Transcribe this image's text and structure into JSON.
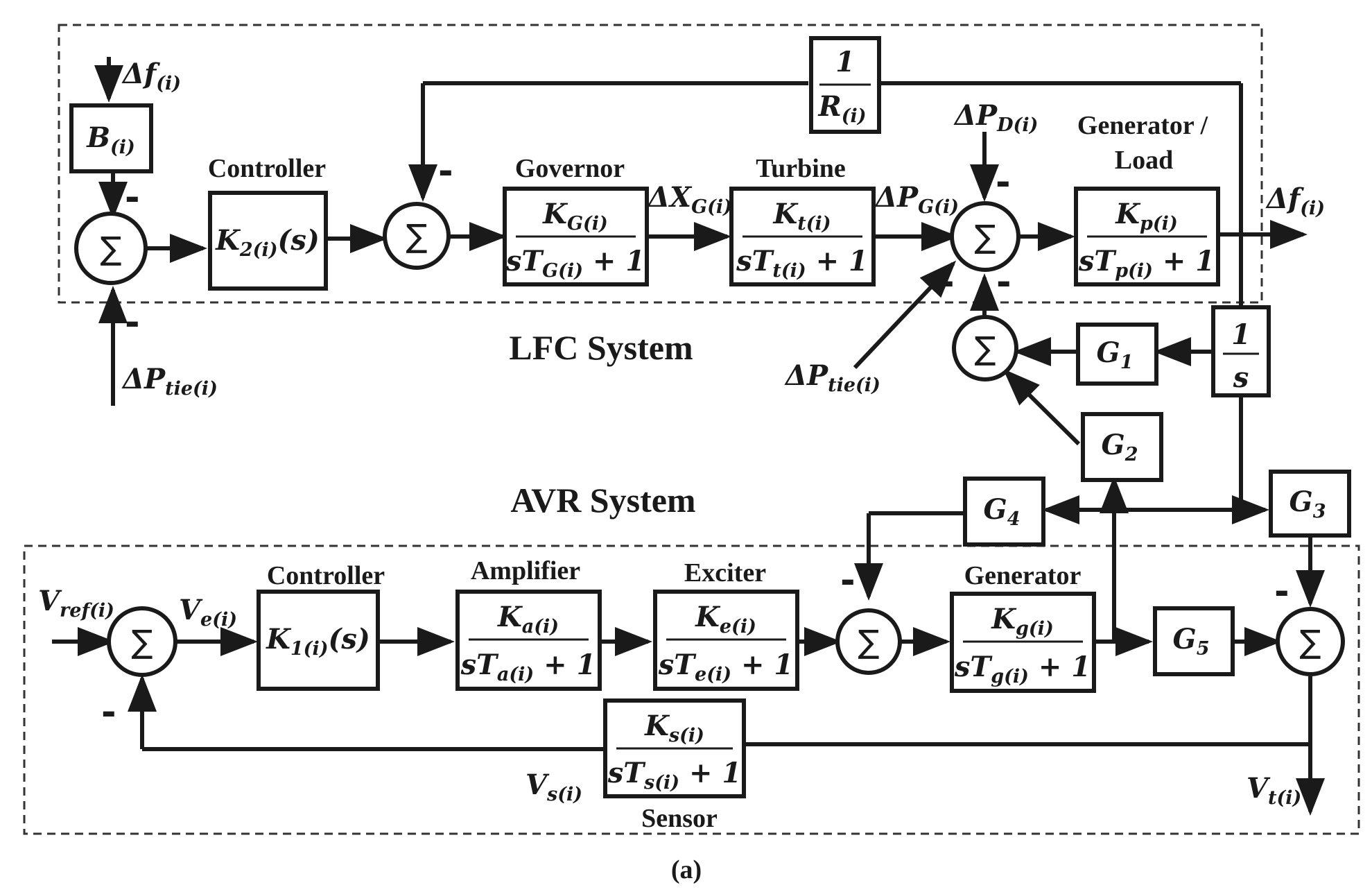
{
  "title": "",
  "sections": {
    "lfc": "LFC System",
    "avr": "AVR System"
  },
  "blocks": {
    "B": {
      "sym": "B",
      "sub": "(i)"
    },
    "lfc_controller": {
      "heading": "Controller",
      "sym": "K",
      "sub": "2(i)",
      "tail": "(s)"
    },
    "governor": {
      "heading": "Governor",
      "num": "K",
      "num_sub": "G(i)",
      "den": "sT",
      "den_sub": "G(i)",
      "den_tail": " + 1"
    },
    "turbine": {
      "heading": "Turbine",
      "num": "K",
      "num_sub": "t(i)",
      "den": "sT",
      "den_sub": "t(i)",
      "den_tail": " + 1"
    },
    "gen_load": {
      "heading_1": "Generator /",
      "heading_2": "Load",
      "num": "K",
      "num_sub": "p(i)",
      "den": "sT",
      "den_sub": "p(i)",
      "den_tail": " + 1"
    },
    "droop": {
      "num": "1",
      "den": "R",
      "den_sub": "(i)"
    },
    "integrator": {
      "num": "1",
      "den": "s"
    },
    "G1": {
      "sym": "G",
      "sub": "1"
    },
    "G2": {
      "sym": "G",
      "sub": "2"
    },
    "G3": {
      "sym": "G",
      "sub": "3"
    },
    "G4": {
      "sym": "G",
      "sub": "4"
    },
    "G5": {
      "sym": "G",
      "sub": "5"
    },
    "avr_controller": {
      "heading": "Controller",
      "sym": "K",
      "sub": "1(i)",
      "tail": "(s)"
    },
    "amplifier": {
      "heading": "Amplifier",
      "num": "K",
      "num_sub": "a(i)",
      "den": "sT",
      "den_sub": "a(i)",
      "den_tail": " + 1"
    },
    "exciter": {
      "heading": "Exciter",
      "num": "K",
      "num_sub": "e(i)",
      "den": "sT",
      "den_sub": "e(i)",
      "den_tail": " + 1"
    },
    "generator": {
      "heading": "Generator",
      "num": "K",
      "num_sub": "g(i)",
      "den": "sT",
      "den_sub": "g(i)",
      "den_tail": " + 1"
    },
    "sensor": {
      "heading": "Sensor",
      "num": "K",
      "num_sub": "s(i)",
      "den": "sT",
      "den_sub": "s(i)",
      "den_tail": " + 1"
    }
  },
  "signals": {
    "df_in": {
      "sym": "Δf",
      "sub": "(i)"
    },
    "dptie_left": {
      "sym": "ΔP",
      "sub": "tie(i)"
    },
    "dxg": {
      "sym": "ΔX",
      "sub": "G(i)"
    },
    "dpg": {
      "sym": "ΔP",
      "sub": "G(i)"
    },
    "dpd": {
      "sym": "ΔP",
      "sub": "D(i)"
    },
    "df_out": {
      "sym": "Δf",
      "sub": "(i)"
    },
    "dptie_mid": {
      "sym": "ΔP",
      "sub": "tie(i)"
    },
    "vref": {
      "sym": "V",
      "sub": "ref(i)"
    },
    "ve": {
      "sym": "V",
      "sub": "e(i)"
    },
    "vs": {
      "sym": "V",
      "sub": "s(i)"
    },
    "vt": {
      "sym": "V",
      "sub": "t(i)"
    }
  },
  "sum_symbol": "∑",
  "minus": "-",
  "caption": "(a)"
}
